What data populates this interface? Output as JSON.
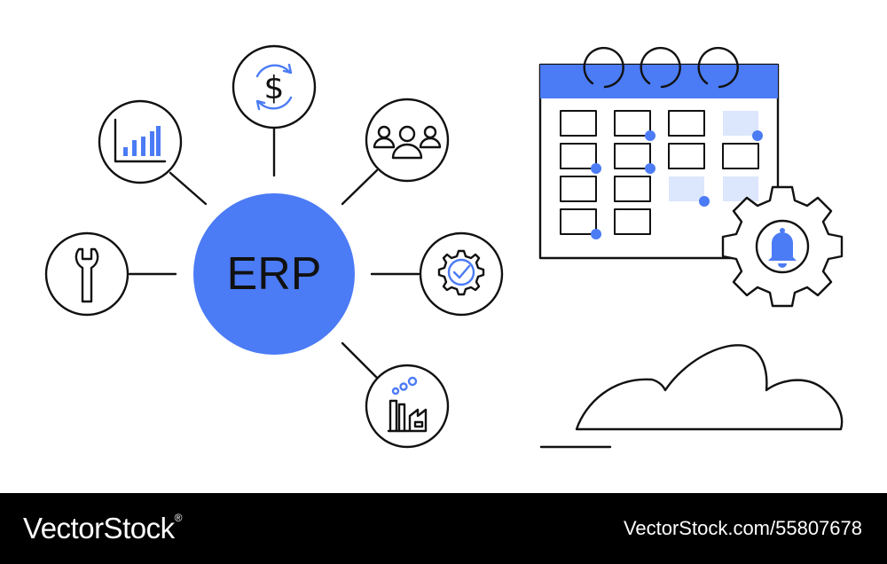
{
  "hub": {
    "label": "ERP"
  },
  "footer": {
    "brand": "VectorStock",
    "registered_mark": "®",
    "image_id": "VectorStock.com/55807678"
  },
  "colors": {
    "accent": "#4B7BF5",
    "accent_light": "#DCE6FC",
    "line": "#111111",
    "footer_bg": "#000000"
  },
  "icons": [
    "dollar-cycle-icon",
    "bar-chart-icon",
    "team-icon",
    "wrench-icon",
    "gear-check-icon",
    "factory-icon",
    "calendar-icon",
    "gear-bell-icon",
    "cloud-icon"
  ]
}
